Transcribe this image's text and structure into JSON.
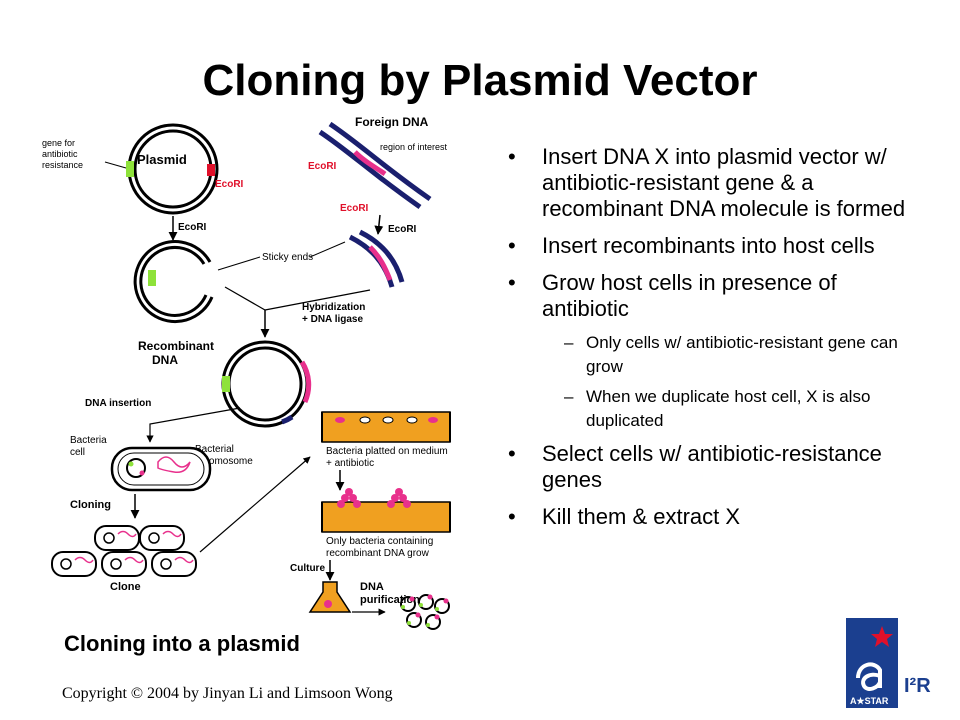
{
  "slide": {
    "title": "Cloning by Plasmid Vector",
    "caption": "Cloning into a plasmid",
    "copyright": "Copyright © 2004 by Jinyan Li and Limsoon Wong"
  },
  "bullets": [
    {
      "level": 1,
      "text": "Insert  DNA X  into plasmid vector w/ antibiotic-resistant gene & a recombinant DNA molecule is formed"
    },
    {
      "level": 1,
      "text": "Insert  recombinants into host cells"
    },
    {
      "level": 1,
      "text": "Grow host cells in presence of antibiotic"
    },
    {
      "level": 2,
      "text": "Only cells w/ antibiotic-resistant gene can grow"
    },
    {
      "level": 2,
      "text": "When we duplicate host cell, X is also duplicated"
    },
    {
      "level": 1,
      "text": "Select cells w/ antibiotic-resistance genes"
    },
    {
      "level": 1,
      "text": "Kill them & extract X"
    }
  ],
  "bullet_symbols": {
    "level1": "•",
    "level2": "–"
  },
  "diagram": {
    "foreign_dna": "Foreign DNA",
    "region_of_interest": "region of interest",
    "gene_label_1": "gene for",
    "gene_label_2": "antibiotic",
    "gene_label_3": "resistance",
    "plasmid": "Plasmid",
    "ecori": "EcoRI",
    "sticky_ends": "Sticky ends",
    "hybridization_1": "Hybridization",
    "hybridization_2": "+ DNA ligase",
    "recombinant_1": "Recombinant",
    "recombinant_2": "DNA",
    "dna_insertion": "DNA insertion",
    "bacteria_1": "Bacteria",
    "bacteria_2": "cell",
    "bacterial_chrom_1": "Bacterial",
    "bacterial_chrom_2": "chromosome",
    "plated_1": "Bacteria platted on medium",
    "plated_2": "+ antibiotic",
    "only_1": "Only bacteria containing",
    "only_2": "recombinant DNA grow",
    "cloning": "Cloning",
    "clone": "Clone",
    "culture": "Culture",
    "dna_purif_1": "DNA",
    "dna_purif_2": "purification"
  },
  "logo": {
    "mark": "I²R",
    "org": "A★STAR"
  },
  "colors": {
    "red": "#e0102a",
    "navy": "#1a1f6e",
    "pink": "#e8308c",
    "green": "#8ee23a",
    "orange": "#f0a020",
    "logo_blue": "#1b3f8f"
  }
}
